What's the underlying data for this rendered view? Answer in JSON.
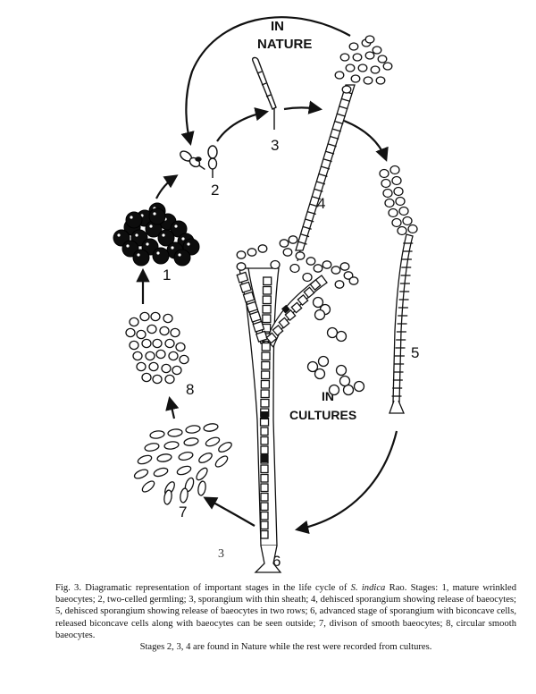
{
  "labels": {
    "in_nature_line1": "IN",
    "in_nature_line2": "NATURE",
    "in_cultures_line1": "IN",
    "in_cultures_line2": "CULTURES"
  },
  "stages": [
    "1",
    "2",
    "3",
    "4",
    "5",
    "6",
    "7",
    "8"
  ],
  "stray_mark": "3",
  "caption": {
    "fig": "Fig. 3.",
    "text_before_species": " Diagramatic representation of important stages in the life cycle of ",
    "species": "S. indica",
    "text_after_species": " Rao. Stages: 1, mature wrinkled baeocytes; 2, two-celled germling; 3, sporangium with thin sheath; 4, dehisced sporangium showing release of baeocytes; 5, dehisced sporangium showing release of baeocytes in two rows; 6, advanced stage of sporangium with biconcave cells, released biconcave cells along with baeocytes can be seen outside; 7, divison of smooth baeocytes; 8, circular smooth baeocytes.",
    "last_line": "Stages 2, 3, 4 are found in Nature while the rest were recorded from cultures."
  }
}
